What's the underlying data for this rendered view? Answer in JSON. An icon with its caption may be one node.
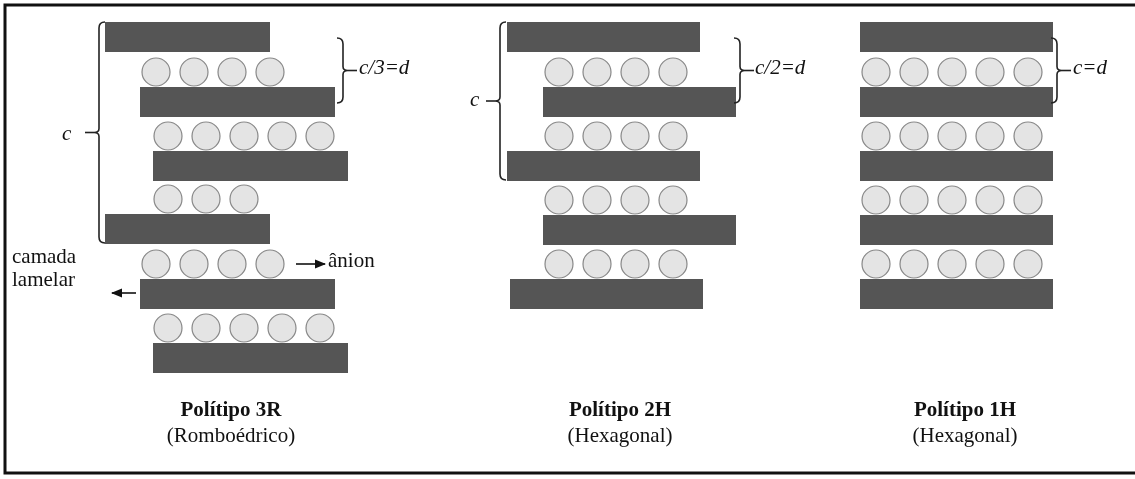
{
  "diagram": {
    "nodes": [
      {
        "text": [
          "ânion"
        ]
      },
      {
        "text": [
          "camada lamelar"
        ]
      }
    ],
    "edges": [
      {
        "from": null,
        "to": 0,
        "arrow": "to"
      },
      {
        "from": null,
        "to": 1,
        "arrow": "to"
      }
    ],
    "labels": [
      "c",
      "c/3=d",
      "c",
      "c/2=d",
      "c=d",
      "Polítipo 3R",
      "(Romboédrico)",
      "Polítipo 2H",
      "(Hexagonal)",
      "Polítipo 1H",
      "(Hexagonal)"
    ]
  }
}
